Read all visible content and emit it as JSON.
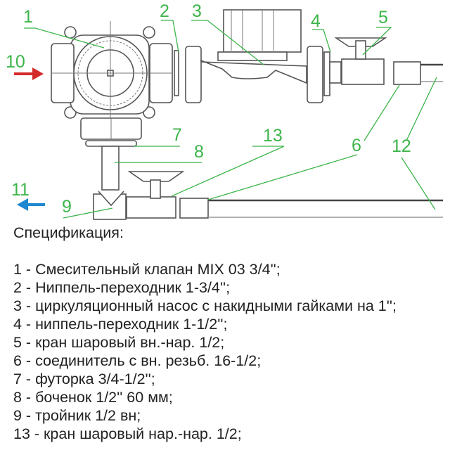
{
  "diagram": {
    "callouts": [
      "1",
      "2",
      "3",
      "4",
      "5",
      "6",
      "7",
      "8",
      "9",
      "10",
      "11",
      "12",
      "13",
      "6"
    ],
    "colors": {
      "callout_green": "#3cb54a",
      "inflow_arrow": "#d42a2a",
      "outflow_arrow": "#1e88d0",
      "line_gray": "#555555"
    },
    "icons": {
      "inflow": "arrow-right-icon",
      "outflow": "arrow-left-icon"
    }
  },
  "specification": {
    "title": "Спецификация:",
    "items": [
      "1 - Смесительный клапан MIX 03 3/4'';",
      "2 - Ниппель-переходник 1-3/4'';",
      "3 - циркуляционный насос с накидными гайками на 1'';",
      "4 - ниппель-переходник 1-1/2'';",
      "5 - кран шаровый вн.-нар. 1/2;",
      "6 - соединитель с вн. резьб. 16-1/2;",
      "7 - футорка 3/4-1/2'';",
      "8 - боченок 1/2'' 60 мм;",
      "9 - тройник 1/2 вн;",
      "13 - кран шаровый нар.-нар. 1/2;"
    ]
  }
}
